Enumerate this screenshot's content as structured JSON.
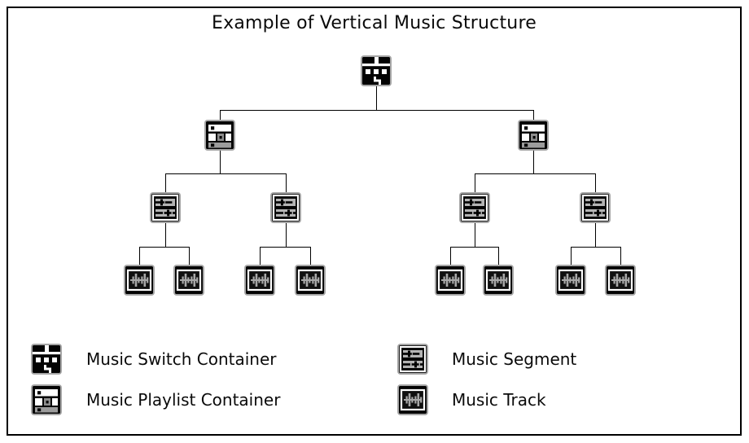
{
  "title": "Example of Vertical Music Structure",
  "legend": [
    {
      "icon": "music-switch-container",
      "label": "Music Switch Container"
    },
    {
      "icon": "music-playlist-container",
      "label": "Music Playlist Container"
    },
    {
      "icon": "music-segment",
      "label": "Music Segment"
    },
    {
      "icon": "music-track",
      "label": "Music Track"
    }
  ],
  "colors": {
    "background": "#ffffff",
    "border": "#000000",
    "icon_base": "#030303",
    "icon_halo": "#a6a6a6",
    "icon_gray_band": "#b4b4b4",
    "waveform_gray": "#a8a8a8",
    "text": "#0a0a0a"
  },
  "tree": {
    "root": {
      "type": "Music Switch Container",
      "children": [
        {
          "type": "Music Playlist Container",
          "children": [
            {
              "type": "Music Segment",
              "children": [
                {
                  "type": "Music Track"
                },
                {
                  "type": "Music Track"
                }
              ]
            },
            {
              "type": "Music Segment",
              "children": [
                {
                  "type": "Music Track"
                },
                {
                  "type": "Music Track"
                }
              ]
            }
          ]
        },
        {
          "type": "Music Playlist Container",
          "children": [
            {
              "type": "Music Segment",
              "children": [
                {
                  "type": "Music Track"
                },
                {
                  "type": "Music Track"
                }
              ]
            },
            {
              "type": "Music Segment",
              "children": [
                {
                  "type": "Music Track"
                },
                {
                  "type": "Music Track"
                }
              ]
            }
          ]
        }
      ]
    }
  }
}
